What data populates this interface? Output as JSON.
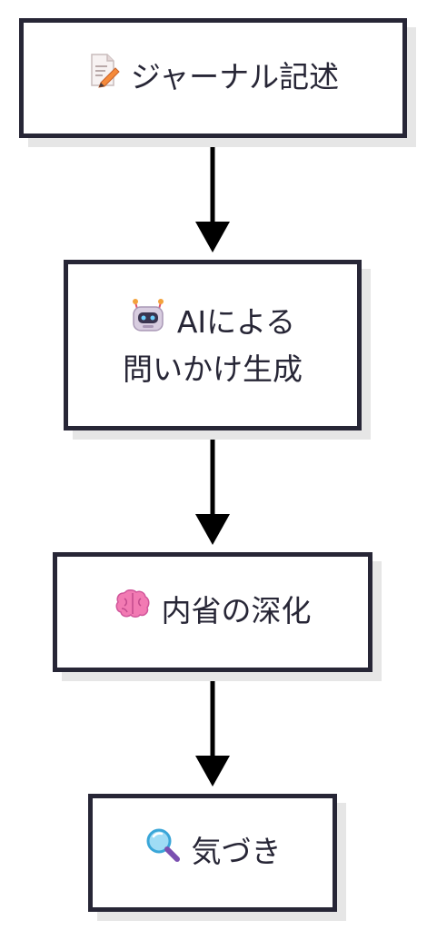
{
  "diagram": {
    "nodes": [
      {
        "id": "journal",
        "icon": "memo-icon",
        "line1": "ジャーナル記述",
        "line2": ""
      },
      {
        "id": "ai-questions",
        "icon": "robot-icon",
        "line1": "AIによる",
        "line2": "問いかけ生成"
      },
      {
        "id": "deep-reflection",
        "icon": "brain-icon",
        "line1": "内省の深化",
        "line2": ""
      },
      {
        "id": "insight",
        "icon": "magnifier-icon",
        "line1": "気づき",
        "line2": ""
      }
    ],
    "edges": [
      {
        "from": "journal",
        "to": "ai-questions"
      },
      {
        "from": "ai-questions",
        "to": "deep-reflection"
      },
      {
        "from": "deep-reflection",
        "to": "insight"
      }
    ],
    "colors": {
      "border": "#272636",
      "shadow": "#e6e6e6",
      "arrow": "#000000",
      "background": "#ffffff"
    }
  }
}
